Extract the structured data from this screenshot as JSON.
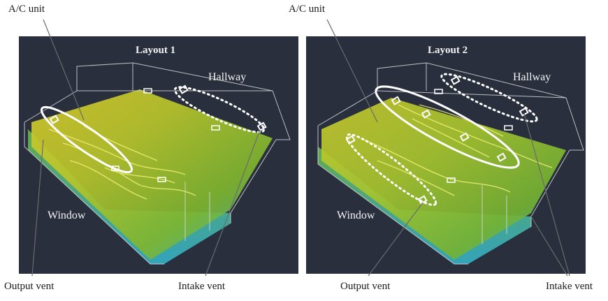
{
  "figure": {
    "panels": [
      {
        "title": "Layout 1",
        "hallway_label": "Hallway",
        "window_label": "Window"
      },
      {
        "title": "Layout 2",
        "hallway_label": "Hallway",
        "window_label": "Window"
      }
    ],
    "callouts": {
      "ac_left": "A/C unit",
      "ac_right": "A/C unit",
      "output_left": "Output vent",
      "intake_left": "Intake vent",
      "output_right": "Output vent",
      "intake_right": "Intake vent"
    },
    "colors": {
      "panel_bg": "#2a2f3d",
      "floor_yellow": "#c9c22a",
      "floor_green": "#7fb52d",
      "floor_cyan": "#3bb9c9",
      "annotation": "#ffffff",
      "leader": "#6b6b6b"
    }
  }
}
